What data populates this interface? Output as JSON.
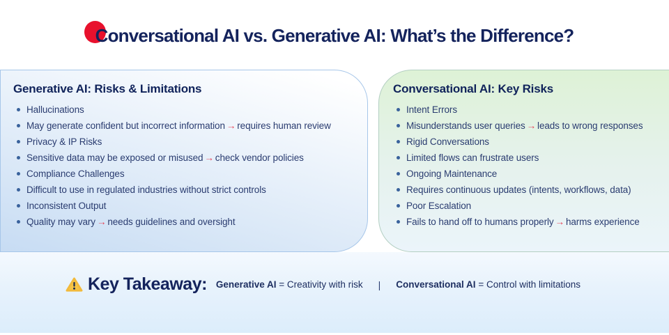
{
  "title": "Conversational AI vs. Generative AI: What’s the Difference?",
  "colors": {
    "navy_heading": "#14235c",
    "body_text": "#2a3c70",
    "red_circle": "#e8112d",
    "arrow_red": "#e63c50",
    "left_panel_gradient_bottom": "#c7dcf3",
    "right_panel_gradient_top": "#def2d6",
    "footer_band": "#dcedfb",
    "warning_amber": "#f6c445"
  },
  "icons": {
    "title_decoration": "red-circle",
    "footer": "warning-triangle-icon",
    "bullet": "bullet-dot-icon",
    "inline_arrow": "arrow-right-icon"
  },
  "panels": [
    {
      "heading": "Generative AI: Risks & Limitations",
      "bullets": [
        {
          "pre": "Hallucinations"
        },
        {
          "pre": "May generate confident but incorrect information",
          "arrow": "→",
          "post": "requires human review"
        },
        {
          "pre": "Privacy & IP Risks"
        },
        {
          "pre": "Sensitive data may be exposed or misused",
          "arrow": "→",
          "post": "check vendor policies"
        },
        {
          "pre": "Compliance Challenges"
        },
        {
          "pre": "Difficult to use in regulated industries without strict controls"
        },
        {
          "pre": "Inconsistent Output"
        },
        {
          "pre": "Quality may vary",
          "arrow": "→",
          "post": "needs guidelines and oversight"
        }
      ]
    },
    {
      "heading": "Conversational AI: Key Risks",
      "bullets": [
        {
          "pre": "Intent Errors"
        },
        {
          "pre": "Misunderstands user queries",
          "arrow": "→",
          "post": "leads to wrong responses"
        },
        {
          "pre": "Rigid Conversations"
        },
        {
          "pre": "Limited flows can frustrate users"
        },
        {
          "pre": "Ongoing Maintenance"
        },
        {
          "pre": "Requires continuous updates (intents, workflows, data)"
        },
        {
          "pre": "Poor Escalation"
        },
        {
          "pre": "Fails to hand off to humans properly",
          "arrow": "→",
          "post": "harms experience"
        }
      ]
    }
  ],
  "footer": {
    "heading": "Key Takeaway:",
    "divider": "|",
    "segments": [
      {
        "term": "Generative AI",
        "rest": "= Creativity with risk"
      },
      {
        "term": "Conversational AI",
        "rest": "= Control with limitations"
      }
    ]
  }
}
